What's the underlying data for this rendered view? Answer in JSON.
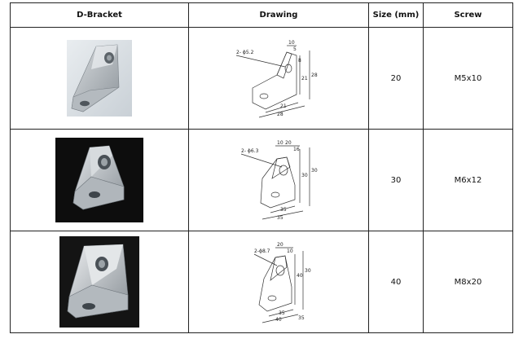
{
  "table": {
    "headers": {
      "bracket": "D-Bracket",
      "drawing": "Drawing",
      "size": "Size (mm)",
      "screw": "Screw"
    },
    "rows": [
      {
        "size": "20",
        "screw": "M5x10",
        "drawing_labels": {
          "hole": "2- ϕ5.2",
          "d1": "10",
          "d2": "5",
          "d3": "8",
          "d4": "21",
          "d5": "28",
          "d6": "21",
          "d7": "28"
        }
      },
      {
        "size": "30",
        "screw": "M6x12",
        "drawing_labels": {
          "hole": "2- ϕ6.3",
          "d1": "10",
          "d2": "20",
          "d3": "16",
          "d4": "30",
          "d5": "30",
          "d6": "35",
          "d7": "35"
        }
      },
      {
        "size": "40",
        "screw": "M8x20",
        "drawing_labels": {
          "hole": "2-ϕ8.7",
          "d1": "20",
          "d2": "10",
          "d3": "40",
          "d4": "30",
          "d5": "35",
          "d6": "40",
          "d7": "35"
        }
      }
    ]
  },
  "colors": {
    "border": "#222222",
    "photo_light_bg": "#d7dde2",
    "photo_dark_bg": "#0d0d0d",
    "metal": "#b9bdc1"
  }
}
